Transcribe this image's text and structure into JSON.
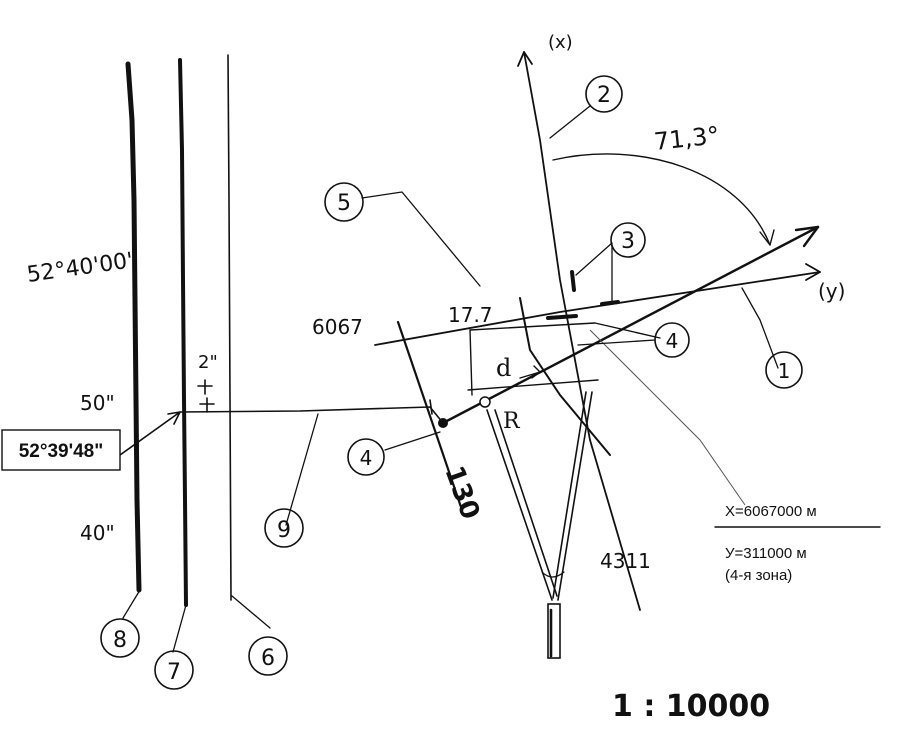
{
  "axes": {
    "x_label": "(x)",
    "y_label": "(y)"
  },
  "angle_label": "71,3°",
  "latitude": {
    "top": "52°40'00\"",
    "mid": "50\"",
    "bottom": "40\"",
    "boxed": "52°39'48\""
  },
  "grid_labels": {
    "x_6067": "6067",
    "y_4311": "4311",
    "dist_17_7": "17.7",
    "dist_130": "130",
    "interval_2": "2\""
  },
  "letters": {
    "d": "d",
    "R": "R"
  },
  "callouts": [
    "2",
    "3",
    "5",
    "4",
    "4",
    "1",
    "9",
    "8",
    "7",
    "6"
  ],
  "coords": {
    "x_line": "X=6067000 м",
    "y_line": "У=311000 м",
    "zone": "(4-я зона)"
  },
  "scale": "1 : 10000"
}
